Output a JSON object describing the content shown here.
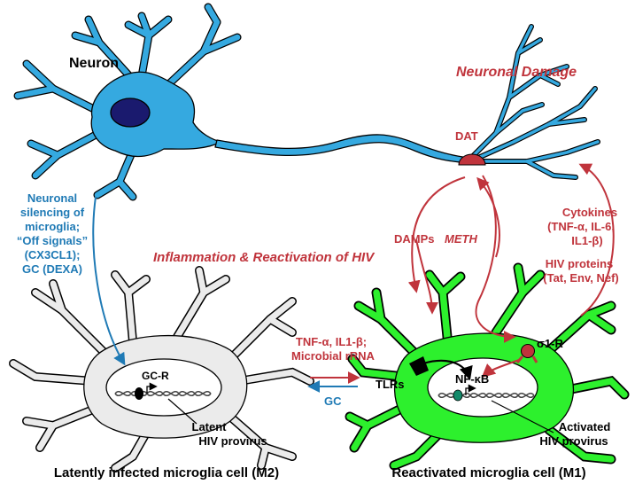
{
  "colors": {
    "neuron_fill": "#35a9e0",
    "microglia_latent_fill": "#ebebeb",
    "microglia_active_fill": "#2df02d",
    "nucleus_fill": "#1a1a6e",
    "red_text": "#c0343c",
    "blue_text": "#1f7ab5"
  },
  "labels": {
    "neuron": "Neuron",
    "neuronal_damage": "Neuronal Damage",
    "dat": "DAT",
    "inflammation": "Inflammation & Reactivation of HIV",
    "silencing": [
      "Neuronal",
      "silencing of",
      "microglia;",
      "“Off signals”",
      "(CX3CL1);",
      "GC (DEXA)"
    ],
    "damps": "DAMPs",
    "meth": "METH",
    "cytokines": [
      "Cytokines",
      "(TNF-α, IL-6,",
      "IL1-β)"
    ],
    "hiv_proteins": [
      "HIV proteins",
      "(Tat, Env, Nef)"
    ],
    "tnf": [
      "TNF-α, IL1-β;",
      "Microbial rRNA"
    ],
    "gc": "GC",
    "gcr": "GC-R",
    "tlrs": "TLRs",
    "nfkb": "NF-κB",
    "sigma": "σ1-R",
    "latent_provirus": [
      "Latent",
      "HIV provirus"
    ],
    "activated_provirus": [
      "Activated",
      "HIV provirus"
    ],
    "caption_m2": "Latently infected microglia cell (M2)",
    "caption_m1": "Reactivated microglia cell (M1)"
  }
}
